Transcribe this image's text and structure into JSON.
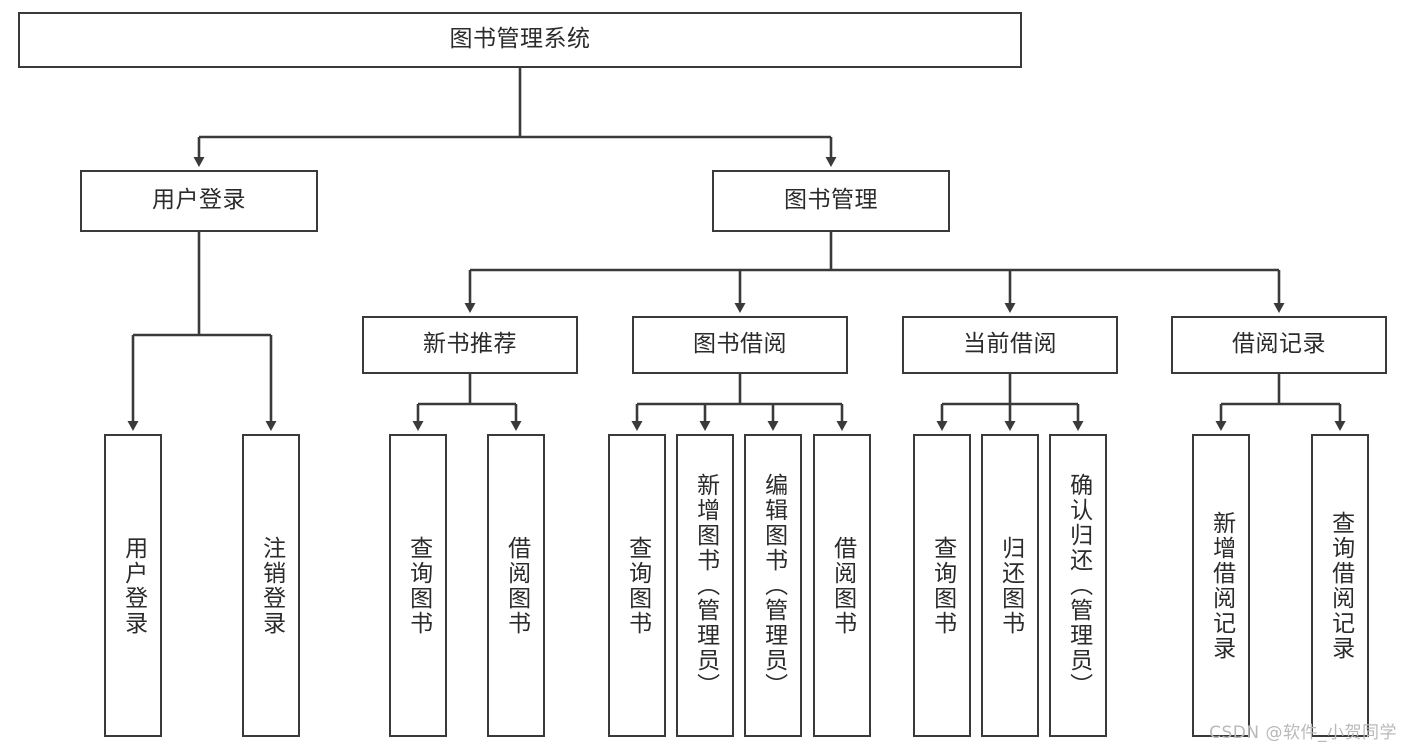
{
  "diagram": {
    "title": "图书管理系统",
    "type": "hierarchy-tree",
    "watermark": "CSDN @软件_小贺同学",
    "colors": {
      "border": "#3a3a3a",
      "text": "#2b2b2b",
      "background": "#ffffff",
      "watermark": "#b9b9b9"
    },
    "nodes": {
      "root": {
        "label": "图书管理系统"
      },
      "level2": [
        {
          "label": "用户登录"
        },
        {
          "label": "图书管理"
        }
      ],
      "level3": [
        {
          "label": "新书推荐"
        },
        {
          "label": "图书借阅"
        },
        {
          "label": "当前借阅"
        },
        {
          "label": "借阅记录"
        }
      ],
      "leaves": {
        "user_login": [
          {
            "label": "用户登录"
          },
          {
            "label": "注销登录"
          }
        ],
        "new_book": [
          {
            "label": "查询图书"
          },
          {
            "label": "借阅图书"
          }
        ],
        "book_borrow": [
          {
            "label": "查询图书"
          },
          {
            "label": "新增图书（管理员）"
          },
          {
            "label": "编辑图书（管理员）"
          },
          {
            "label": "借阅图书"
          }
        ],
        "current_borrow": [
          {
            "label": "查询图书"
          },
          {
            "label": "归还图书"
          },
          {
            "label": "确认归还（管理员）"
          }
        ],
        "borrow_record": [
          {
            "label": "新增借阅记录"
          },
          {
            "label": "查询借阅记录"
          }
        ]
      }
    }
  }
}
